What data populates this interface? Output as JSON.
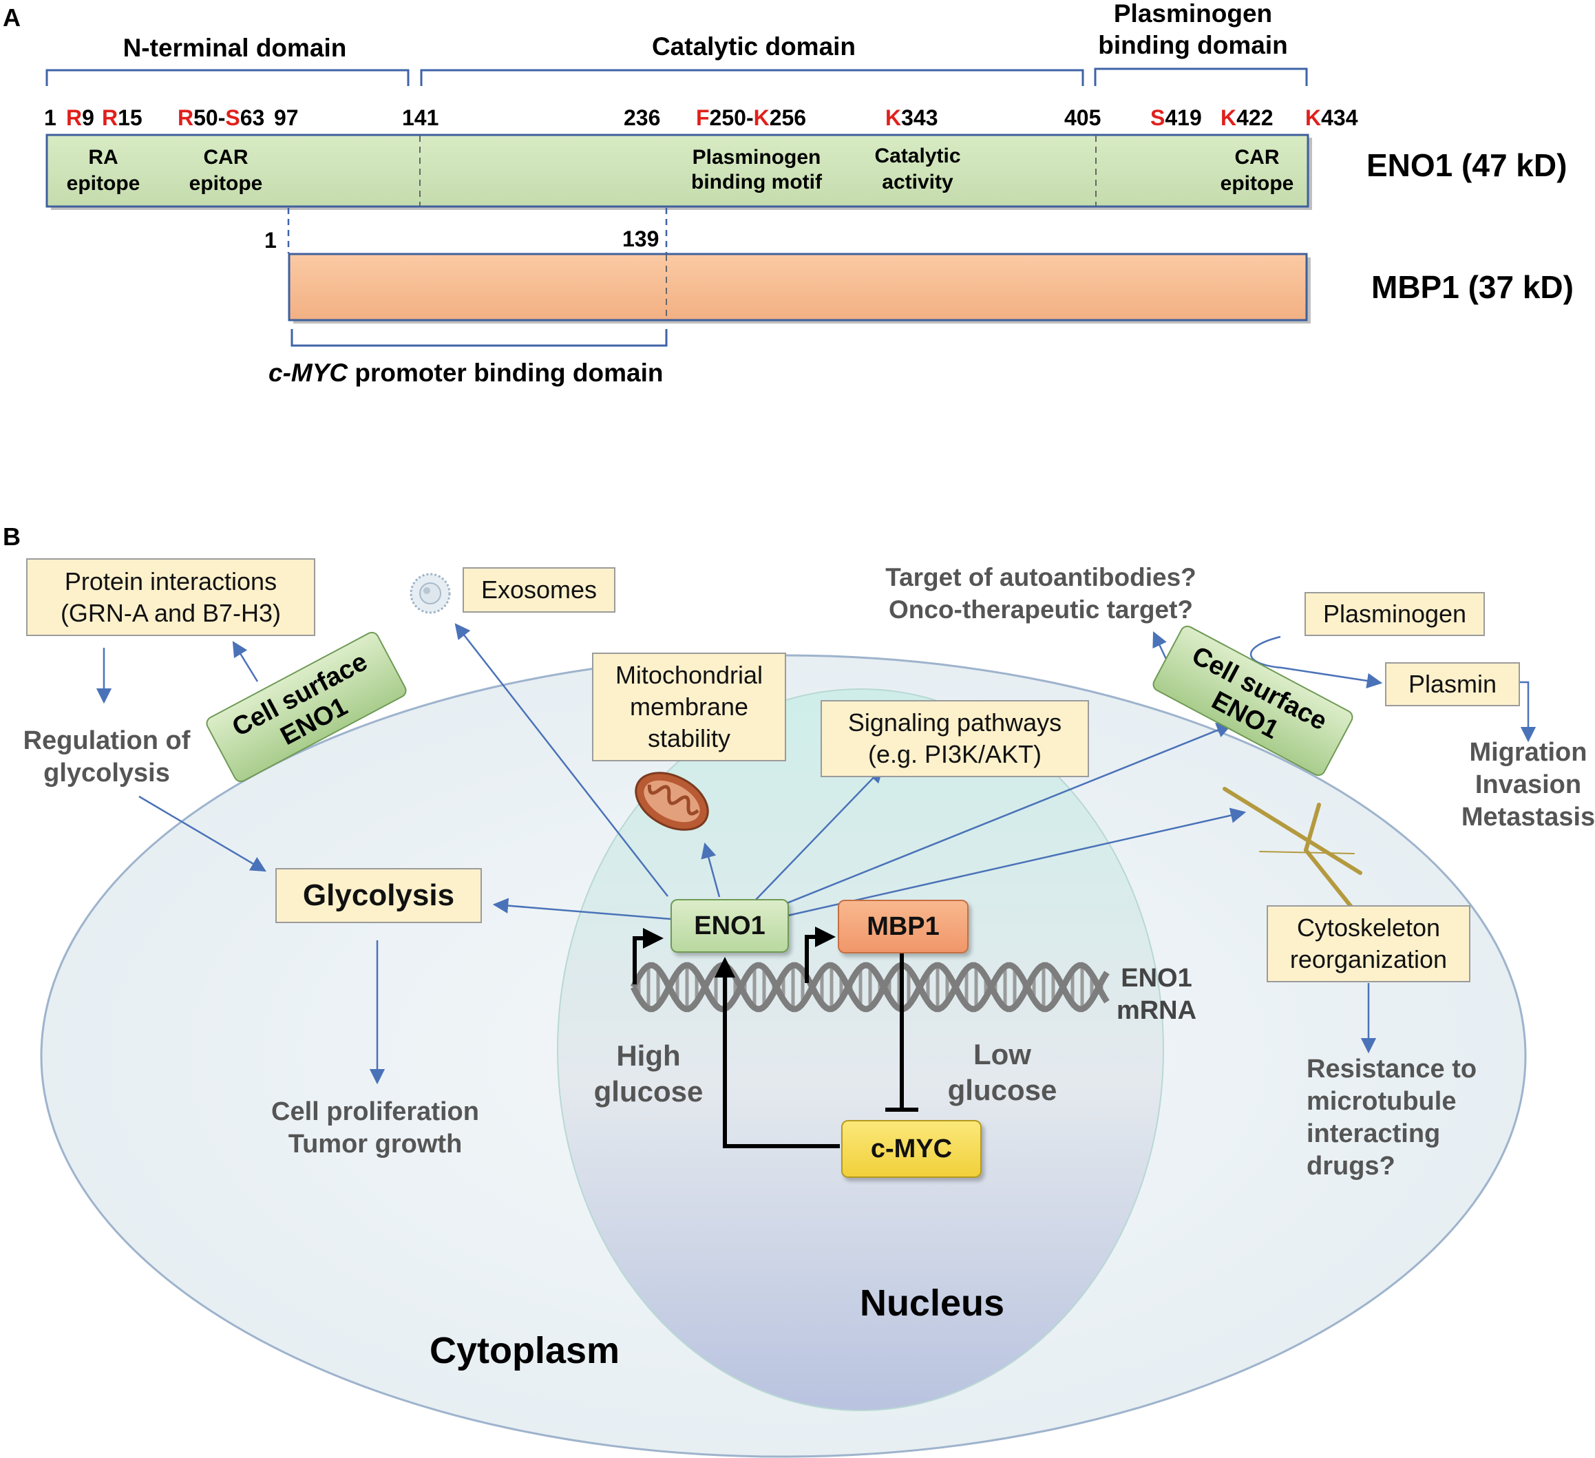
{
  "panel_a": {
    "label": "A",
    "domains": {
      "n_terminal": "N-terminal domain",
      "catalytic": "Catalytic domain",
      "plasminogen_line1": "Plasminogen",
      "plasminogen_line2": "binding domain"
    },
    "positions": {
      "p1": "1",
      "r9_red": "R",
      "r9_num": "9",
      "r15_red": "R",
      "r15_num": "15",
      "r50_red": "R",
      "r50_num": "50-",
      "s63_red": "S",
      "s63_num": "63",
      "p97": "97",
      "p141": "141",
      "p236": "236",
      "f250_red": "F",
      "f250_num": "250-",
      "k256_red": "K",
      "k256_num": "256",
      "k343_red": "K",
      "k343_num": "343",
      "p405": "405",
      "s419_red": "S",
      "s419_num": "419",
      "k422_red": "K",
      "k422_num": "422",
      "k434_red": "K",
      "k434_num": "434"
    },
    "eno1_features": {
      "ra_1": "RA",
      "ra_2": "epitope",
      "car_1": "CAR",
      "car_2": "epitope",
      "plas_1": "Plasminogen",
      "plas_2": "binding motif",
      "cat_1": "Catalytic",
      "cat_2": "activity",
      "car2_1": "CAR",
      "car2_2": "epitope"
    },
    "eno1_name": "ENO1 (47 kD)",
    "mbp1_name": "MBP1 (37 kD)",
    "mbp1_start": "1",
    "mbp1_139": "139",
    "cmyc_italic": "c-MYC",
    "cmyc_rest": " promoter binding domain",
    "colors": {
      "eno1_fill": "#cfe3b8",
      "mbp1_fill": "#f8bf94",
      "bracket": "#3f63a8",
      "red": "#e0201c"
    }
  },
  "panel_b": {
    "label": "B",
    "protein_interactions": [
      "Protein interactions",
      "(GRN-A and B7-H3)"
    ],
    "exosomes": "Exosomes",
    "target_q": [
      "Target of autoantibodies?",
      "Onco-therapeutic target?"
    ],
    "plasminogen": "Plasminogen",
    "plasmin": "Plasmin",
    "migration": [
      "Migration",
      "Invasion",
      "Metastasis"
    ],
    "cell_surface_left": [
      "Cell surface",
      "ENO1"
    ],
    "cell_surface_right": [
      "Cell surface",
      "ENO1"
    ],
    "regulation": [
      "Regulation of",
      "glycolysis"
    ],
    "mito": [
      "Mitochondrial",
      "membrane",
      "stability"
    ],
    "signaling": [
      "Signaling pathways",
      "(e.g. PI3K/AKT)"
    ],
    "glycolysis": "Glycolysis",
    "eno1": "ENO1",
    "mbp1": "MBP1",
    "cmyc": "c-MYC",
    "eno1_mrna": [
      "ENO1",
      "mRNA"
    ],
    "high_glucose": [
      "High",
      "glucose"
    ],
    "low_glucose": [
      "Low",
      "glucose"
    ],
    "cytoskeleton": [
      "Cytoskeleton",
      "reorganization"
    ],
    "resistance": [
      "Resistance to",
      "microtubule",
      "interacting",
      "drugs?"
    ],
    "cell_prolif": [
      "Cell proliferation",
      "Tumor growth"
    ],
    "nucleus": "Nucleus",
    "cytoplasm": "Cytoplasm",
    "colors": {
      "box_fill": "#fdf1cc",
      "arrow": "#4a72b8",
      "eno1_box": "#d3e8c0",
      "mbp1_box": "#f6a97a",
      "cmyc_box": "#f7df5a"
    }
  }
}
